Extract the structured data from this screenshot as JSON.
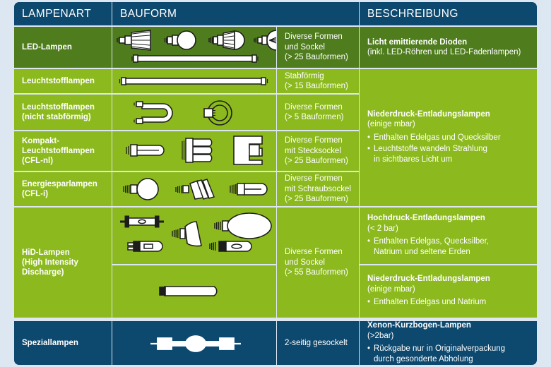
{
  "header": {
    "col_type": "LAMPENART",
    "col_form": "BAUFORM",
    "col_desc": "BESCHREIBUNG"
  },
  "colors": {
    "navy": "#0d486e",
    "green_light": "#8cba1e",
    "green_dark": "#4f7d1e",
    "page_bg": "#dde7f2",
    "text": "#ffffff"
  },
  "rows": [
    {
      "name": "LED-Lampen",
      "form": "Diverse Formen\nund Sockel\n(> 25 Bauformen)",
      "form_lines": [
        "Diverse Formen",
        "und Sockel",
        "(> 25 Bauformen)"
      ],
      "icons": [
        "led-reflector-lamp",
        "led-globe-bulb",
        "led-bulb",
        "led-filament-bulb",
        "led-tube"
      ],
      "desc_title": "Licht emittierende Dioden",
      "desc_sub": "(inkl. LED-Röhren und LED-Fadenlampen)",
      "desc_bullets": []
    },
    {
      "name": "Leuchtstofflampen",
      "form_lines": [
        "Stabförmig",
        "(> 15 Bauformen)"
      ],
      "icons": [
        "fluorescent-straight-tube"
      ]
    },
    {
      "name": "Leuchtstofflampen\n(nicht stabförmig)",
      "name_lines": [
        "Leuchtstofflampen",
        "(nicht stabförmig)"
      ],
      "form_lines": [
        "Diverse Formen",
        "(> 5 Bauformen)"
      ],
      "icons": [
        "fluorescent-u-tube",
        "fluorescent-circular-tube"
      ]
    },
    {
      "name": "Kompakt-\nLeuchtstofflampen\n(CFL-nl)",
      "name_lines": [
        "Kompakt-",
        "Leuchtstofflampen",
        "(CFL-nl)"
      ],
      "form_lines": [
        "Diverse Formen",
        "mit Stecksockel",
        "(> 25 Bauformen)"
      ],
      "icons": [
        "cfl-single-u-tube",
        "cfl-multi-tube",
        "cfl-square-2d-lamp"
      ]
    },
    {
      "name": "Energiesparlampen\n(CFL-i)",
      "name_lines": [
        "Energiesparlampen",
        "(CFL-i)"
      ],
      "form_lines": [
        "Diverse Formen",
        "mit Schraubsockel",
        "(> 25 Bauformen)"
      ],
      "icons": [
        "cfl-globe-bulb",
        "cfl-spiral-lamp",
        "cfl-u-tube-lamp"
      ]
    },
    {
      "name": "HiD-Lampen\n(High Intensity\nDischarge)",
      "name_lines": [
        "HiD-Lampen",
        "(High Intensity",
        "Discharge)"
      ],
      "form_lines": [
        "Diverse Formen",
        "und Sockel",
        "(> 55 Bauformen)"
      ],
      "icons": [
        "hid-double-ended-tube",
        "hid-reflector-lamp",
        "hid-ellipsoidal-bulb",
        "hid-capsule-lamp",
        "hid-single-ended-lamp",
        "sodium-lamp-tube"
      ]
    },
    {
      "name": "Speziallampen",
      "form_lines": [
        "2-seitig gesockelt"
      ],
      "icons": [
        "xenon-short-arc-lamp"
      ]
    }
  ],
  "descriptions": [
    {
      "title": "Licht emittierende Dioden",
      "sub": "(inkl. LED-Röhren und LED-Fadenlampen)",
      "bullets": []
    },
    {
      "title": "Niederdruck-Entladungslampen",
      "sub": "(einige mbar)",
      "bullets": [
        "Enthalten Edelgas und Quecksilber",
        "Leuchtstoffe wandeln Strahlung\nin sichtbares Licht um"
      ],
      "bullet_lines": [
        [
          "Enthalten Edelgas und Quecksilber"
        ],
        [
          "Leuchtstoffe wandeln Strahlung",
          "in sichtbares Licht um"
        ]
      ]
    },
    {
      "title": "Hochdruck-Entladungslampen",
      "sub": "(< 2 bar)",
      "bullet_lines": [
        [
          "Enthalten Edelgas, Quecksilber,",
          "Natrium und seltene Erden"
        ]
      ]
    },
    {
      "title": "Niederdruck-Entladungslampen",
      "sub": "(einige mbar)",
      "bullet_lines": [
        [
          "Enthalten Edelgas und Natrium"
        ]
      ]
    },
    {
      "title": "Xenon-Kurzbogen-Lampen",
      "sub": "(>2bar)",
      "bullet_lines": [
        [
          "Rückgabe nur in Originalverpackung",
          "durch gesonderte Abholung"
        ]
      ]
    }
  ]
}
